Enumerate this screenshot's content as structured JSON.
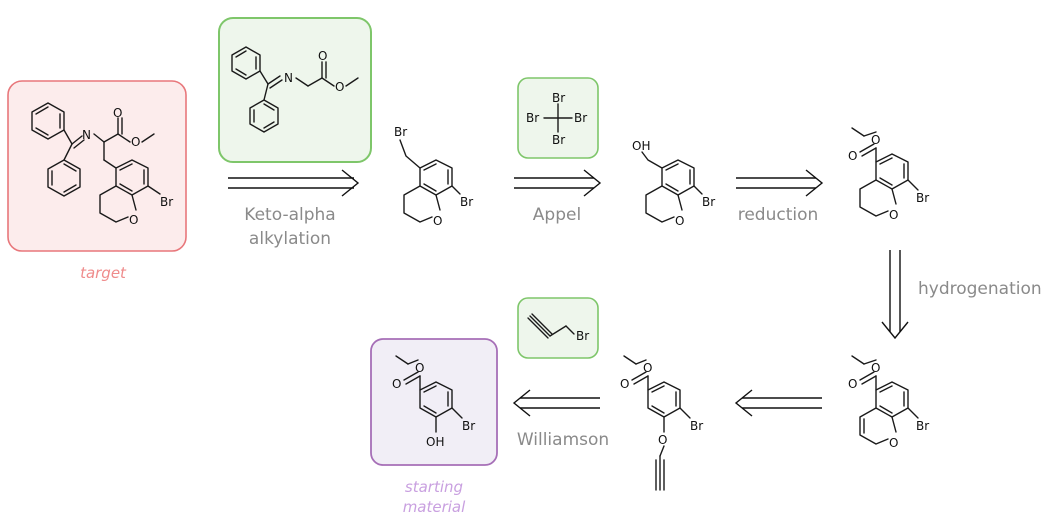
{
  "labels": {
    "target": "target",
    "starting_material": "starting",
    "starting_material_2": "material"
  },
  "steps": {
    "s1_line1": "Keto-alpha",
    "s1_line2": "alkylation",
    "s2": "Appel",
    "s3": "reduction",
    "s4": "hydrogenation",
    "s6": "Williamson"
  },
  "atoms": {
    "N": "N",
    "O": "O",
    "Br": "Br",
    "OH": "OH"
  },
  "colors": {
    "target_fill": "#fcecec",
    "target_stroke": "#e8777b",
    "target_text": "#ef8c8c",
    "reagent_fill": "#eef6ec",
    "reagent_stroke": "#7ec66a",
    "sm_fill": "#f1eef6",
    "sm_stroke": "#a66fb7",
    "sm_text": "#c9a0e0"
  }
}
